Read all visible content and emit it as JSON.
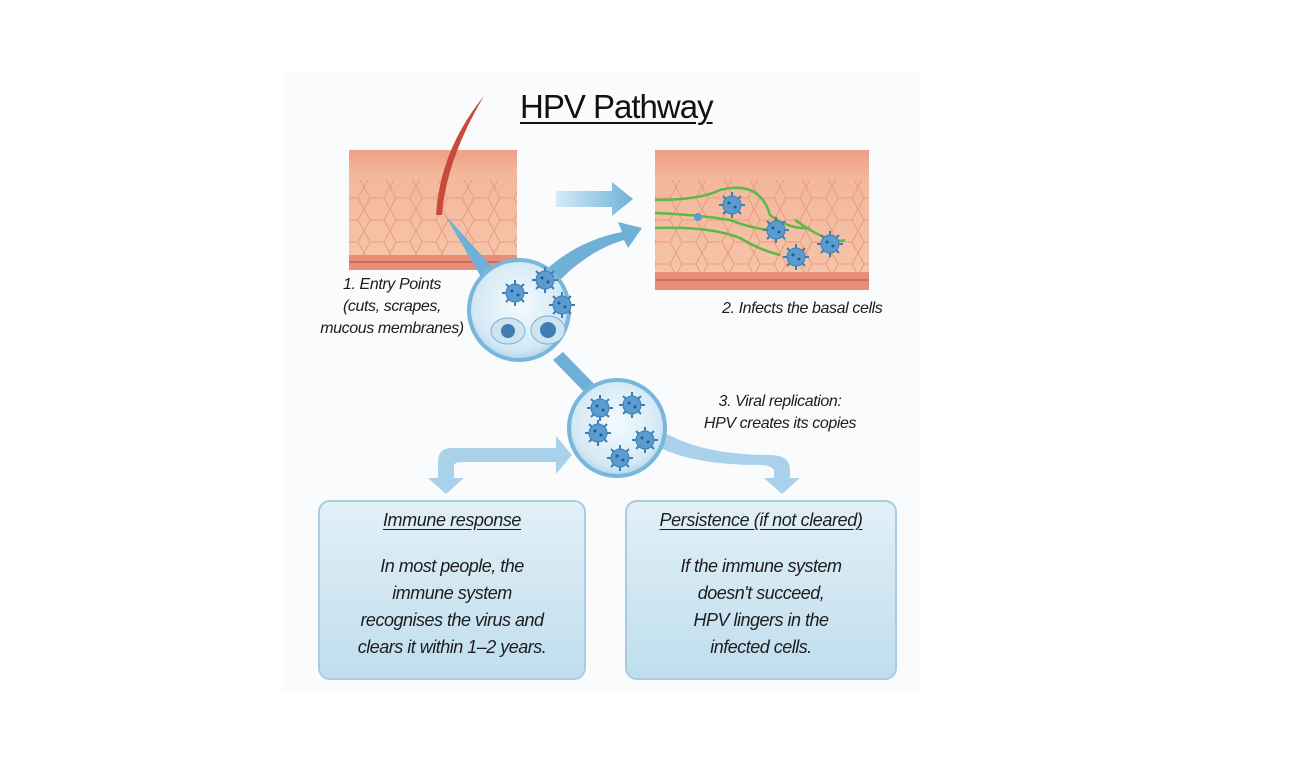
{
  "title": "HPV Pathway",
  "steps": {
    "entry": {
      "line1": "1.   Entry Points",
      "line2": "(cuts, scrapes,",
      "line3": "mucous membranes)"
    },
    "infects": {
      "label": "2. Infects the basal cells"
    },
    "replication": {
      "line1": "3. Viral replication:",
      "line2": "HPV creates its copies"
    }
  },
  "outcomes": {
    "immune": {
      "heading": "Immune response",
      "lines": [
        "In most people, the",
        "immune system",
        "recognises the virus and",
        "clears it within 1–2 years."
      ]
    },
    "persistence": {
      "heading": "Persistence (if not cleared)",
      "lines": [
        "If the immune system",
        "doesn't succeed,",
        "HPV lingers in the",
        "infected cells."
      ]
    }
  },
  "colors": {
    "skin": "#f2b49a",
    "arrow": "#6fb0d6",
    "virus": "#4a8fc4",
    "pathway": "#5cb848",
    "box": "#cfe6f2"
  }
}
